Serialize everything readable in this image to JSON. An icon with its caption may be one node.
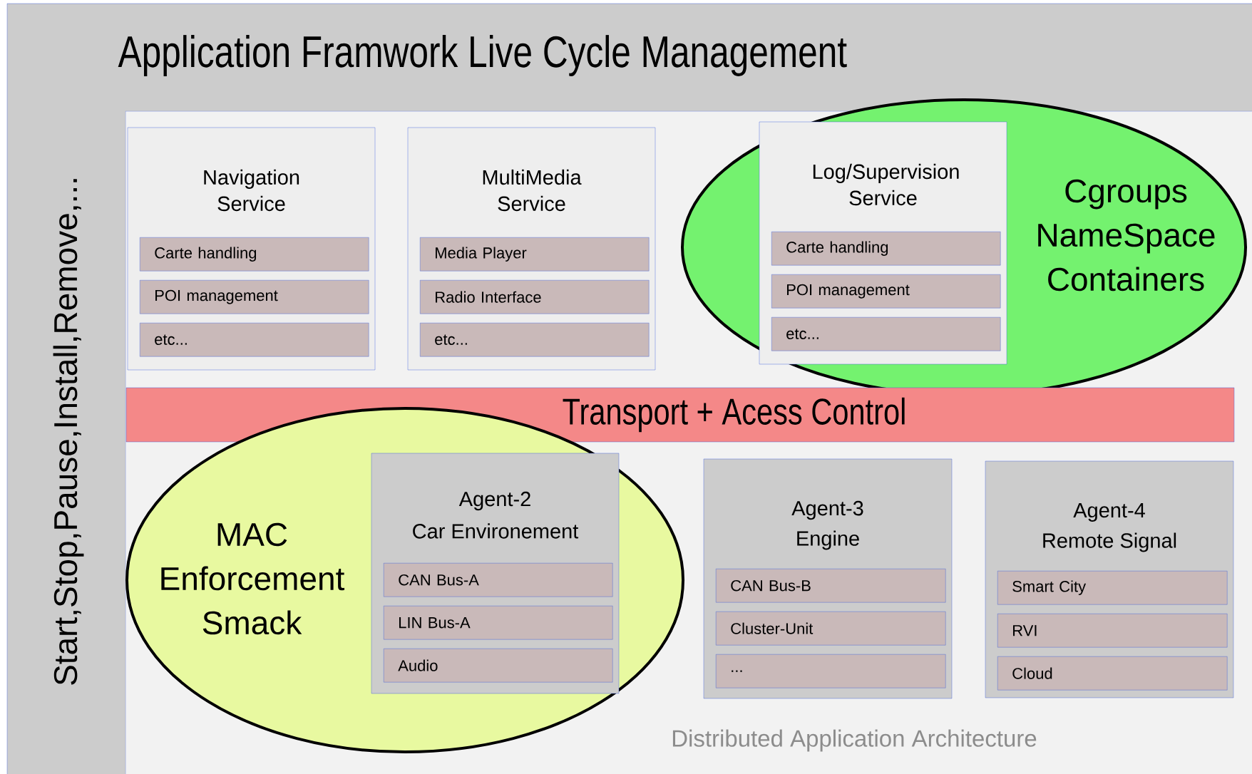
{
  "diagram": {
    "nodes": [
      {
        "text": [
          "Application Framwork Live Cycle Management",
          "Start,Stop,Pause,Install,Remove,..."
        ]
      },
      {
        "text": [
          "Distributed Application Architecture"
        ],
        "in": 0
      },
      {
        "text": [
          "Navigation Service"
        ],
        "in": 1
      },
      {
        "text": [
          "Carte handling"
        ],
        "in": 2
      },
      {
        "text": [
          "POI management"
        ],
        "in": 2
      },
      {
        "text": [
          "etc..."
        ],
        "in": 2
      },
      {
        "text": [
          "MultiMedia Service"
        ],
        "in": 1
      },
      {
        "text": [
          "Media Player"
        ],
        "in": 6
      },
      {
        "text": [
          "Radio Interface"
        ],
        "in": 6
      },
      {
        "text": [
          "etc..."
        ],
        "in": 6
      },
      {
        "text": [
          "Cgroups NameSpace Containers"
        ],
        "in": 1
      },
      {
        "text": [
          "Log/Supervision Service"
        ],
        "in": 10
      },
      {
        "text": [
          "Carte handling"
        ],
        "in": 11
      },
      {
        "text": [
          "POI management"
        ],
        "in": 11
      },
      {
        "text": [
          "etc..."
        ],
        "in": 11
      },
      {
        "text": [
          "Transport + Acess Control"
        ],
        "in": 1
      },
      {
        "text": [
          "MAC Enforcement Smack"
        ],
        "in": 1
      },
      {
        "text": [
          "Agent-2",
          "Car Environement"
        ],
        "in": 16
      },
      {
        "text": [
          "CAN Bus-A"
        ],
        "in": 17
      },
      {
        "text": [
          "LIN Bus-A"
        ],
        "in": 17
      },
      {
        "text": [
          "Audio"
        ],
        "in": 17
      },
      {
        "text": [
          "Agent-3",
          "Engine"
        ],
        "in": 1
      },
      {
        "text": [
          "CAN Bus-B"
        ],
        "in": 21
      },
      {
        "text": [
          "Cluster-Unit"
        ],
        "in": 21
      },
      {
        "text": [
          "..."
        ],
        "in": 21
      },
      {
        "text": [
          "Agent-4",
          "Remote Signal"
        ],
        "in": 1
      },
      {
        "text": [
          "Smart City"
        ],
        "in": 25
      },
      {
        "text": [
          "RVI"
        ],
        "in": 25
      },
      {
        "text": [
          "Cloud"
        ],
        "in": 25
      }
    ]
  }
}
